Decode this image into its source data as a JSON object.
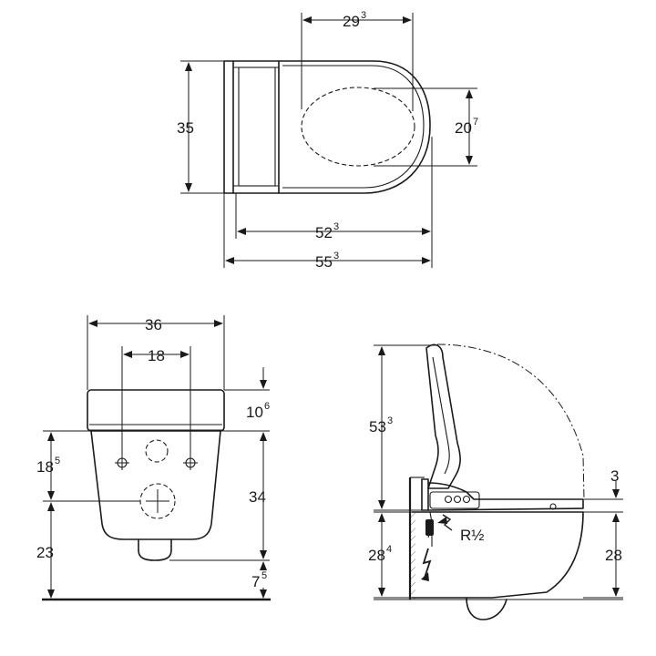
{
  "top_view": {
    "dim_width_main": "29",
    "dim_width_main_frac": "3",
    "dim_height": "35",
    "dim_inner": "20",
    "dim_inner_frac": "7",
    "dim_length_bowl": "52",
    "dim_length_bowl_frac": "3",
    "dim_length_total": "55",
    "dim_length_total_frac": "3"
  },
  "front_view": {
    "dim_width": "36",
    "dim_fix": "18",
    "dim_seat": "10",
    "dim_seat_frac": "6",
    "dim_fix_height": "18",
    "dim_fix_height_frac": "5",
    "dim_body": "34",
    "dim_floor": "23",
    "dim_bottom": "7",
    "dim_bottom_frac": "5"
  },
  "side_view": {
    "dim_lid_height": "53",
    "dim_lid_height_frac": "3",
    "dim_gap": "3",
    "dim_rim_left": "28",
    "dim_rim_left_frac": "4",
    "dim_rim_right": "28",
    "pipe_label": "R½"
  }
}
